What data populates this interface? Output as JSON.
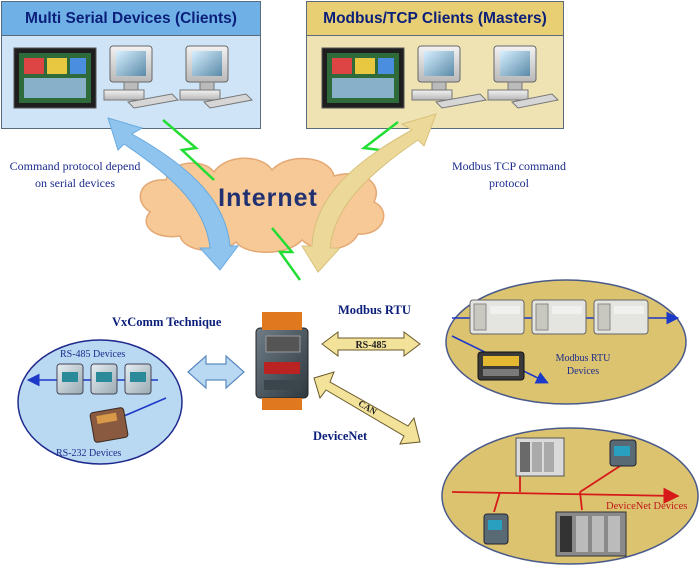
{
  "panels": {
    "serial_clients": {
      "title": "Multi Serial Devices (Clients)"
    },
    "modbus_clients": {
      "title": "Modbus/TCP Clients (Masters)"
    }
  },
  "cloud": {
    "label": "Internet"
  },
  "captions": {
    "command_protocol": "Command protocol depend on serial devices",
    "modbus_tcp_command": "Modbus TCP command protocol",
    "vxcomm": "VxComm Technique",
    "modbus_rtu": "Modbus RTU",
    "devicenet": "DeviceNet"
  },
  "links": {
    "rs485": "RS-485",
    "can": "CAN"
  },
  "device_groups": {
    "serial_group": {
      "rs485_label": "RS-485 Devices",
      "rs232_label": "RS-232 Devices"
    },
    "modbus_rtu_group": {
      "label": "Modbus RTU Devices"
    },
    "devicenet_group": {
      "label": "DeviceNet Devices"
    }
  },
  "colors": {
    "blue_arrow": "#8fc4ef",
    "gold_arrow": "#ecd99a",
    "cloud": "#f6c996",
    "ellipse_blue": "#b9d8f2",
    "ellipse_gold": "#dcc370",
    "lightning": "#22dd33",
    "panel_text": "#0b1f7a"
  }
}
